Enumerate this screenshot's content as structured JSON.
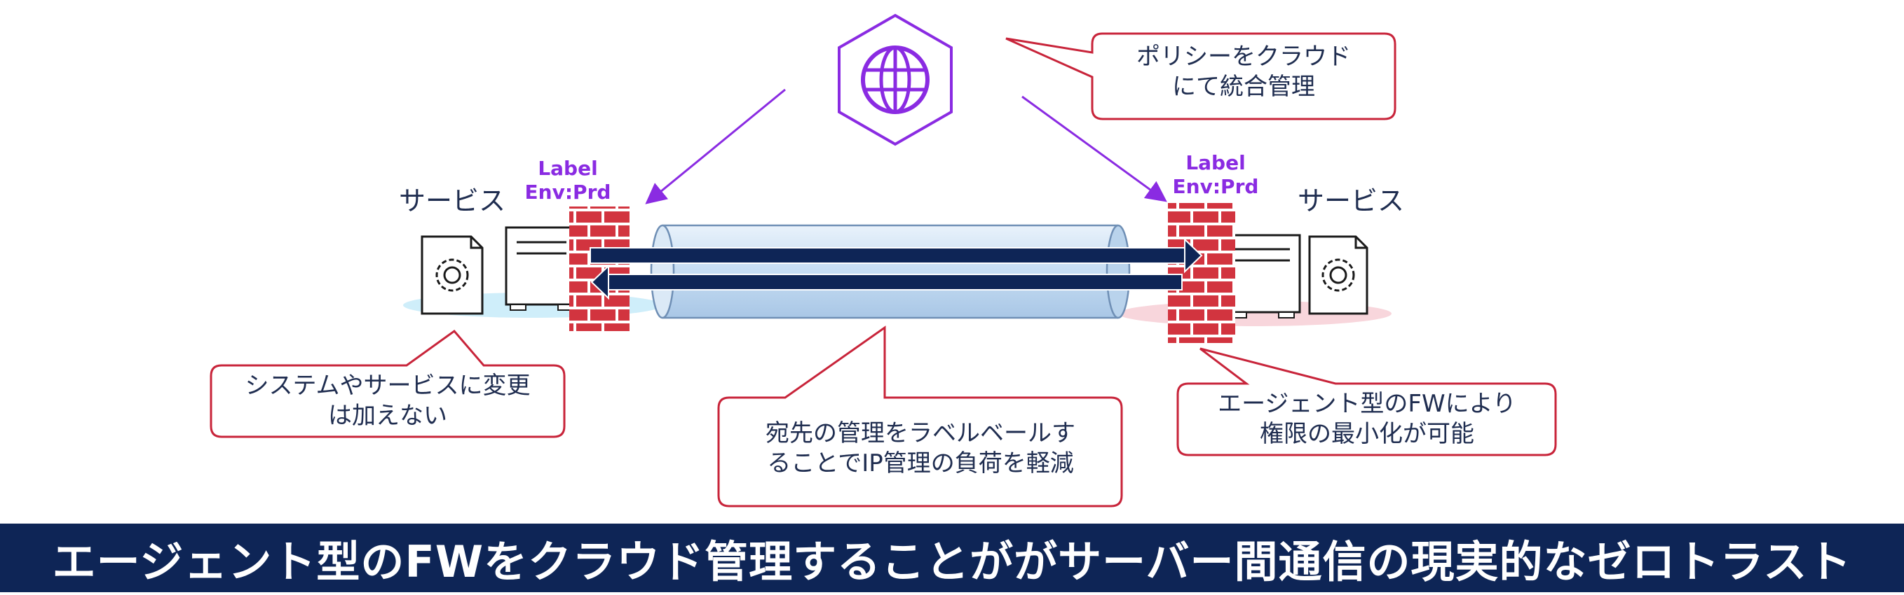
{
  "callouts": {
    "cloud_policy": "ポリシーをクラウド\nにて統合管理",
    "no_change": "システムやサービスに変更\nは加えない",
    "label_dest": "宛先の管理をラベルベールす\nることでIP管理の負荷を軽減",
    "agent_fw": "エージェント型のFWにより\n権限の最小化が可能"
  },
  "services": {
    "left_label": "サービス",
    "right_label": "サービス"
  },
  "labels": {
    "left": "Label\nEnv:Prd",
    "right": "Label\nEnv:Prd"
  },
  "banner": {
    "text": "エージェント型のFWをクラウド管理することががサーバー間通信の現実的なゼロトラスト"
  },
  "icons": {
    "cloud": "globe-hexagon-icon",
    "firewall": "brick-wall-icon",
    "service": "gear-document-icon",
    "server": "server-icon"
  },
  "colors": {
    "callout_border": "#c8243a",
    "arrow": "#0e2556",
    "brick": "#d2343f",
    "label_purple": "#8a2be2",
    "banner_bg": "#0e2556"
  }
}
